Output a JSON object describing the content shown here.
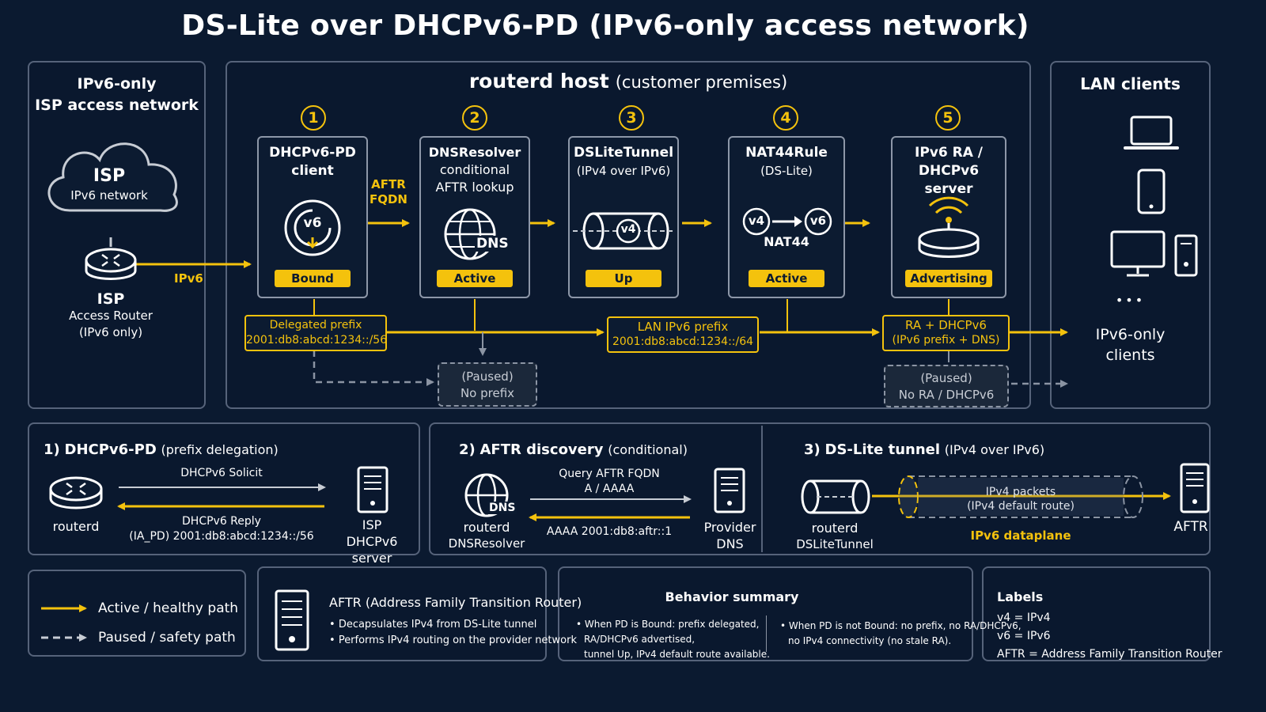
{
  "title": "DS-Lite over DHCPv6-PD (IPv6-only access network)",
  "isp_panel": {
    "heading_line1": "IPv6-only",
    "heading_line2": "ISP access network",
    "cloud_title": "ISP",
    "cloud_sub": "IPv6 network",
    "router_line1": "ISP",
    "router_line2": "Access Router",
    "router_line3": "(IPv6 only)",
    "link_label": "IPv6"
  },
  "host_panel": {
    "heading_main": "routerd host",
    "heading_sub": "(customer premises)"
  },
  "components": [
    {
      "step": "1",
      "title_line1": "DHCPv6-PD",
      "title_line2": "client",
      "title_line3": "",
      "badge": "Bound",
      "icon": "dhcpv6-pd-icon",
      "icon_text": "v6"
    },
    {
      "step": "2",
      "title_line1": "DNSResolver",
      "title_line2": "conditional",
      "title_line3": "AFTR lookup",
      "badge": "Active",
      "icon": "dns-globe-icon",
      "icon_text": "DNS"
    },
    {
      "step": "3",
      "title_line1": "DSLiteTunnel",
      "title_line2": "(IPv4 over IPv6)",
      "title_line3": "",
      "badge": "Up",
      "icon": "tunnel-icon",
      "icon_text": "v4"
    },
    {
      "step": "4",
      "title_line1": "NAT44Rule",
      "title_line2": "(DS-Lite)",
      "title_line3": "",
      "badge": "Active",
      "icon": "nat-icon",
      "icon_text_a": "v4",
      "icon_text_b": "v6",
      "icon_caption": "NAT44"
    },
    {
      "step": "5",
      "title_line1": "IPv6 RA /",
      "title_line2": "DHCPv6 server",
      "title_line3": "",
      "badge": "Advertising",
      "icon": "wifi-router-icon"
    }
  ],
  "aftr_fqdn_label_line1": "AFTR",
  "aftr_fqdn_label_line2": "FQDN",
  "delegated_prefix": {
    "line1": "Delegated prefix",
    "line2": "2001:db8:abcd:1234::/56"
  },
  "lan_prefix": {
    "line1": "LAN IPv6 prefix",
    "line2": "2001:db8:abcd:1234::/64"
  },
  "ra_box": {
    "line1": "RA + DHCPv6",
    "line2": "(IPv6 prefix + DNS)"
  },
  "paused_prefix": {
    "line1": "(Paused)",
    "line2": "No prefix"
  },
  "paused_ra": {
    "line1": "(Paused)",
    "line2": "No RA / DHCPv6"
  },
  "lan_panel": {
    "heading": "LAN clients",
    "dots": "•••",
    "footer_line1": "IPv6-only",
    "footer_line2": "clients"
  },
  "flow1": {
    "heading_num": "1)",
    "heading_main": "DHCPv6-PD",
    "heading_sub": "(prefix delegation)",
    "left_label": "routerd",
    "msg_top": "DHCPv6 Solicit",
    "msg_bottom_line1": "DHCPv6 Reply",
    "msg_bottom_line2": "(IA_PD)  2001:db8:abcd:1234::/56",
    "right_label_line1": "ISP",
    "right_label_line2": "DHCPv6 server"
  },
  "flow2": {
    "heading_num": "2)",
    "heading_main": "AFTR discovery",
    "heading_sub": "(conditional)",
    "left_label_line1": "routerd",
    "left_label_line2": "DNSResolver",
    "msg_top_line1": "Query AFTR FQDN",
    "msg_top_line2": "A / AAAA",
    "msg_bottom": "AAAA 2001:db8:aftr::1",
    "right_label_line1": "Provider",
    "right_label_line2": "DNS"
  },
  "flow3": {
    "heading_num": "3)",
    "heading_main": "DS-Lite tunnel",
    "heading_sub": "(IPv4 over IPv6)",
    "left_label_line1": "routerd",
    "left_label_line2": "DSLiteTunnel",
    "tunnel_line1": "IPv4 packets",
    "tunnel_line2": "(IPv4 default route)",
    "dataplane": "IPv6 dataplane",
    "right_label": "AFTR"
  },
  "legend": {
    "active": "Active / healthy path",
    "paused": "Paused / safety path"
  },
  "aftr_info": {
    "heading": "AFTR (Address Family Transition Router)",
    "bullet1": "Decapsulates IPv4 from DS-Lite tunnel",
    "bullet2": "Performs IPv4 routing on the provider network"
  },
  "behavior": {
    "heading": "Behavior summary",
    "left_line1": "• When PD is Bound: prefix delegated,",
    "left_line2": "RA/DHCPv6 advertised,",
    "left_line3": "tunnel Up, IPv4 default route available.",
    "right_line1": "• When PD is not Bound: no prefix, no RA/DHCPv6,",
    "right_line2": "no IPv4 connectivity (no stale RA)."
  },
  "labels_box": {
    "heading": "Labels",
    "line1": "v4  =  IPv4",
    "line2": "v6  =  IPv6",
    "line3": "AFTR  =  Address Family Transition Router"
  },
  "colors": {
    "background": "#0b1a30",
    "accent_yellow": "#f4c20d",
    "panel_border": "#56637a",
    "paused_gray": "#8b94a3"
  }
}
